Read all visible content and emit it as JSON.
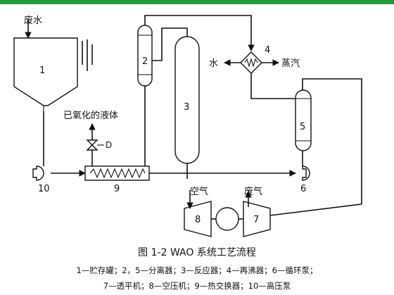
{
  "colors": {
    "top_band": "#1f9a3c",
    "ink": "#111111",
    "background": "#ffffff"
  },
  "diagram": {
    "labels": {
      "wastewater": "废水",
      "water": "水",
      "steam": "蒸汽",
      "oxidized_liquid": "已氧化的液体",
      "air": "空气",
      "exhaust": "废气"
    },
    "numbers": {
      "n1": "1",
      "n2": "2",
      "n3": "3",
      "n4": "4",
      "n5": "5",
      "n6": "6",
      "n7": "7",
      "n8": "8",
      "n9": "9",
      "n10": "10"
    },
    "valve_letter": "D"
  },
  "caption": {
    "title": "图 1-2   WAO 系统工艺流程",
    "legend_line1": "1—贮存罐；2，5—分离器；3—反应器；4—再沸器；6—循环泵；",
    "legend_line2": "7—透平机；8—空压机；9—热交换器；10—高压泵"
  }
}
